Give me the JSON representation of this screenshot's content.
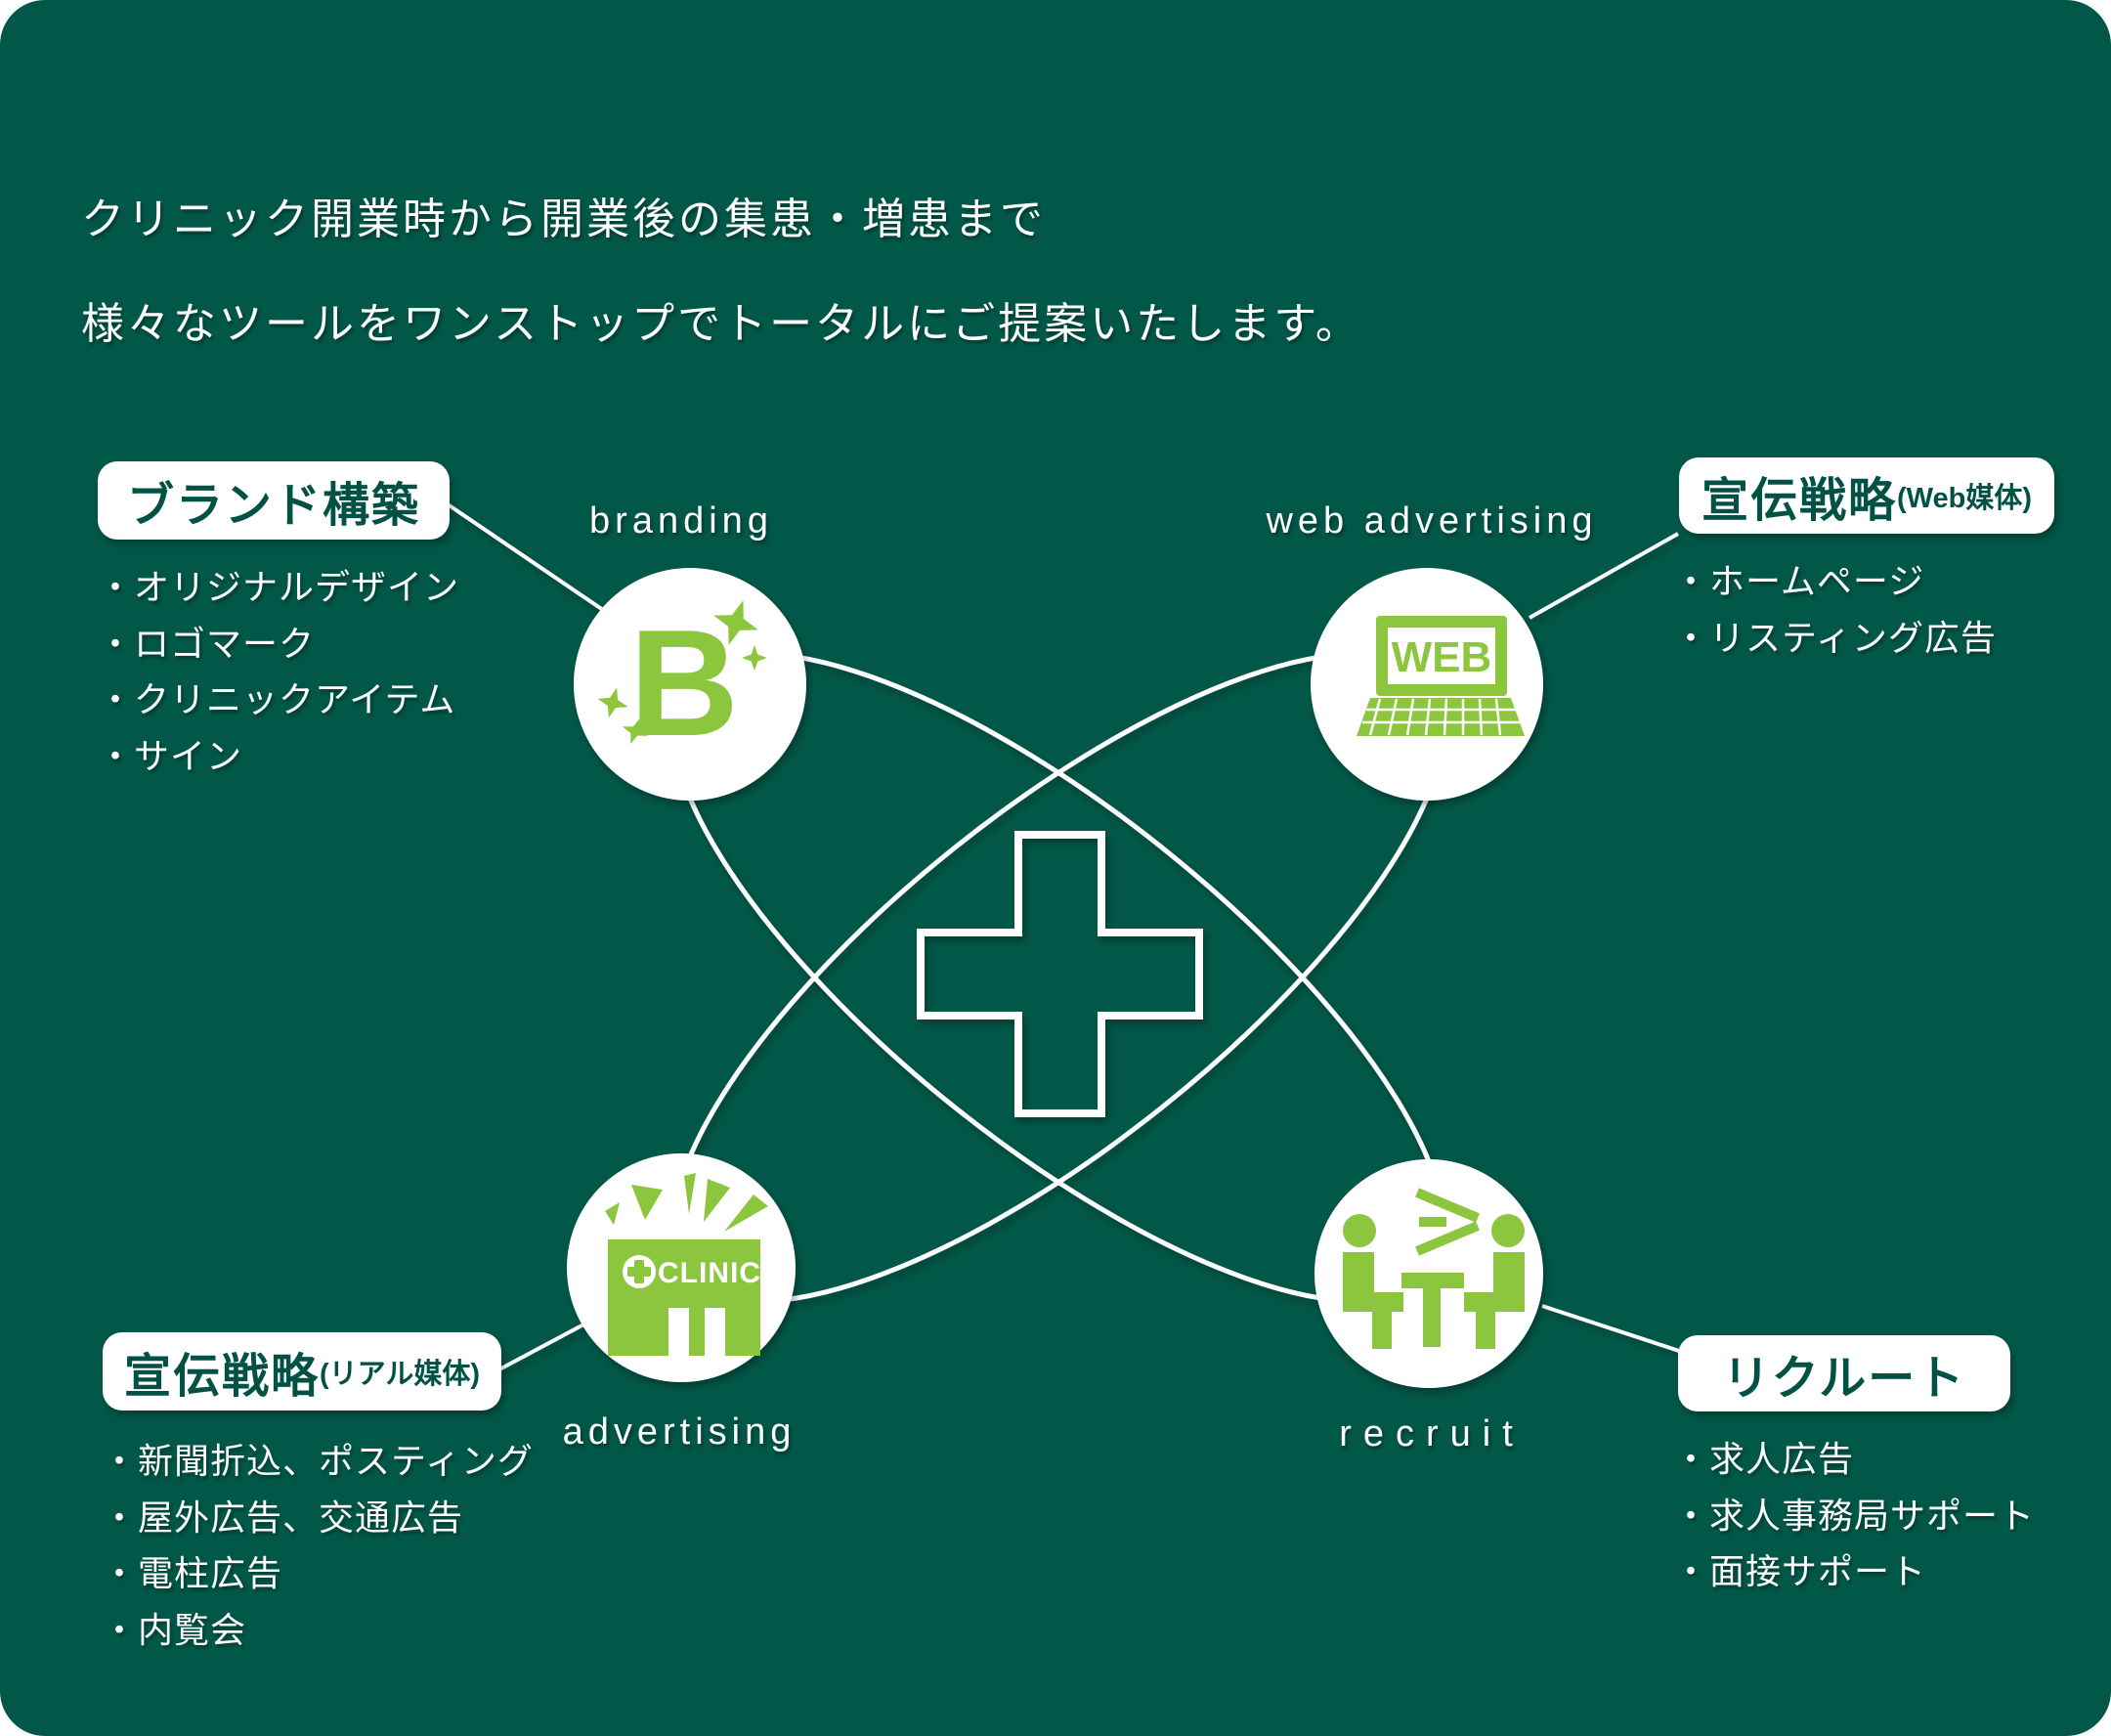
{
  "panel": {
    "title_line1": "クリニック開業時から開業後の集患・増患まで",
    "title_line2": "様々なツールをワンストップでトータルにご提案いたします。"
  },
  "colors": {
    "background": "#025848",
    "accent_green": "#8CC63E",
    "box_text_green": "#015244",
    "line_white": "#FFFFFF"
  },
  "branding": {
    "en_label": "branding",
    "box_label": "ブランド構築",
    "icon_letter": "B",
    "items": [
      "・オリジナルデザイン",
      "・ロゴマーク",
      "・クリニックアイテム",
      "・サイン"
    ]
  },
  "web_advertising": {
    "en_label": "web advertising",
    "box_label": "宣伝戦略",
    "box_note": "(Web媒体)",
    "icon_text": "WEB",
    "items": [
      "・ホームページ",
      "・リスティング広告"
    ]
  },
  "advertising": {
    "en_label": "advertising",
    "box_label": "宣伝戦略",
    "box_note": "(リアル媒体)",
    "icon_text": "CLINIC",
    "items": [
      "・新聞折込、ポスティング",
      "・屋外広告、交通広告",
      "・電柱広告",
      "・内覧会"
    ]
  },
  "recruit": {
    "en_label": "recruit",
    "box_label": "リクルート",
    "items": [
      "・求人広告",
      "・求人事務局サポート",
      "・面接サポート"
    ]
  }
}
